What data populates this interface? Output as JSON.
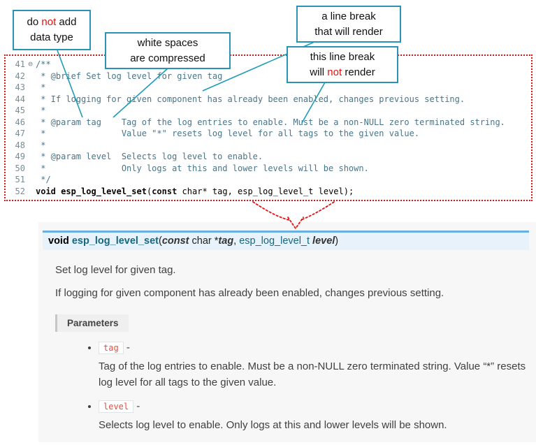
{
  "colors": {
    "callout_border": "#2a93b5",
    "connector": "#1d9cb4",
    "dotted_red": "#e31212",
    "code_comment": "#48758a",
    "sig_background": "#e7f2fa",
    "sig_border": "#6ab0de",
    "param_chip_text": "#e74c3c"
  },
  "callouts": {
    "box1": {
      "line1_pre": "do ",
      "line1_red": "not",
      "line1_post": " add",
      "line2": "data type"
    },
    "box2": {
      "line1": "white spaces",
      "line2": "are compressed"
    },
    "box3": {
      "line1": "a line break",
      "line2": "that will render"
    },
    "box4": {
      "line1": "this line break",
      "line2_pre": "will ",
      "line2_red": "not",
      "line2_post": " render"
    }
  },
  "code": {
    "lines": [
      {
        "num": "41",
        "fold": "⊖",
        "segs": [
          {
            "t": "/**",
            "c": "comment"
          }
        ]
      },
      {
        "num": "42",
        "segs": [
          {
            "t": " * @brief Set log level for given tag",
            "c": "comment"
          }
        ]
      },
      {
        "num": "43",
        "segs": [
          {
            "t": " *",
            "c": "comment"
          }
        ]
      },
      {
        "num": "44",
        "segs": [
          {
            "t": " * If logging for given component has already been enabled, changes previous setting.",
            "c": "comment"
          }
        ]
      },
      {
        "num": "45",
        "segs": [
          {
            "t": " *",
            "c": "comment"
          }
        ]
      },
      {
        "num": "46",
        "segs": [
          {
            "t": " * @param tag    Tag of the log entries to enable. Must be a non-NULL zero terminated string.",
            "c": "comment"
          }
        ]
      },
      {
        "num": "47",
        "segs": [
          {
            "t": " *               Value \"*\" resets log level for all tags to the given value.",
            "c": "comment"
          }
        ]
      },
      {
        "num": "48",
        "segs": [
          {
            "t": " *",
            "c": "comment"
          }
        ]
      },
      {
        "num": "49",
        "segs": [
          {
            "t": " * @param level  Selects log level to enable.",
            "c": "comment"
          }
        ]
      },
      {
        "num": "50",
        "segs": [
          {
            "t": " *               Only logs at this and lower levels will be shown.",
            "c": "comment"
          }
        ]
      },
      {
        "num": "51",
        "segs": [
          {
            "t": " */",
            "c": "comment"
          }
        ]
      },
      {
        "num": "52",
        "segs": [
          {
            "t": "void",
            "c": "kw"
          },
          {
            "t": " ",
            "c": "plain"
          },
          {
            "t": "esp_log_level_set",
            "c": "fn"
          },
          {
            "t": "(",
            "c": "plain"
          },
          {
            "t": "const",
            "c": "kw"
          },
          {
            "t": " char* tag, esp_log_level_t level);",
            "c": "plain"
          }
        ]
      }
    ]
  },
  "doc": {
    "signature": {
      "segs": [
        {
          "t": "void",
          "c": "kw"
        },
        {
          "t": " ",
          "c": "op"
        },
        {
          "t": "esp_log_level_set",
          "c": "name"
        },
        {
          "t": "(",
          "c": "op"
        },
        {
          "t": "const",
          "c": "kwi"
        },
        {
          "t": " char *",
          "c": "op"
        },
        {
          "t": "tag",
          "c": "param"
        },
        {
          "t": ", ",
          "c": "op"
        },
        {
          "t": "esp_log_level_t",
          "c": "type"
        },
        {
          "t": " ",
          "c": "op"
        },
        {
          "t": "level",
          "c": "param"
        },
        {
          "t": ")",
          "c": "op"
        }
      ]
    },
    "p1": "Set log level for given tag.",
    "p2": "If logging for given component has already been enabled, changes previous setting.",
    "parameters_label": "Parameters",
    "params": [
      {
        "name": "tag",
        "dash": "-",
        "desc": "Tag of the log entries to enable. Must be a non-NULL zero terminated string. Value “*” resets log level for all tags to the given value."
      },
      {
        "name": "level",
        "dash": "-",
        "desc": "Selects log level to enable. Only logs at this and lower levels will be shown."
      }
    ]
  }
}
